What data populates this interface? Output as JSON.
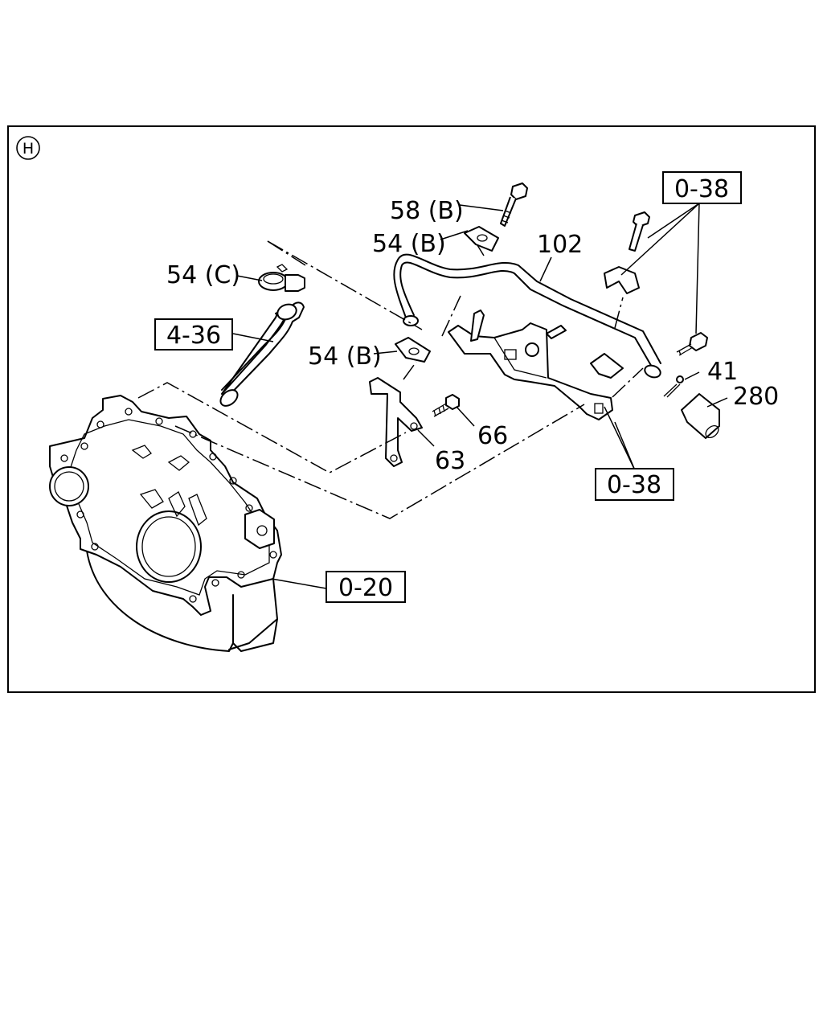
{
  "section_marker": "H",
  "labels": {
    "p58b": "58 (B)",
    "p54b_top": "54 (B)",
    "p54c": "54 (C)",
    "p54b_mid": "54 (B)",
    "p102": "102",
    "p41": "41",
    "p280": "280",
    "p66": "66",
    "p63": "63"
  },
  "references": {
    "ref_0_38_top": "0-38",
    "ref_4_36": "4-36",
    "ref_0_38_bottom": "0-38",
    "ref_0_20": "0-20"
  }
}
